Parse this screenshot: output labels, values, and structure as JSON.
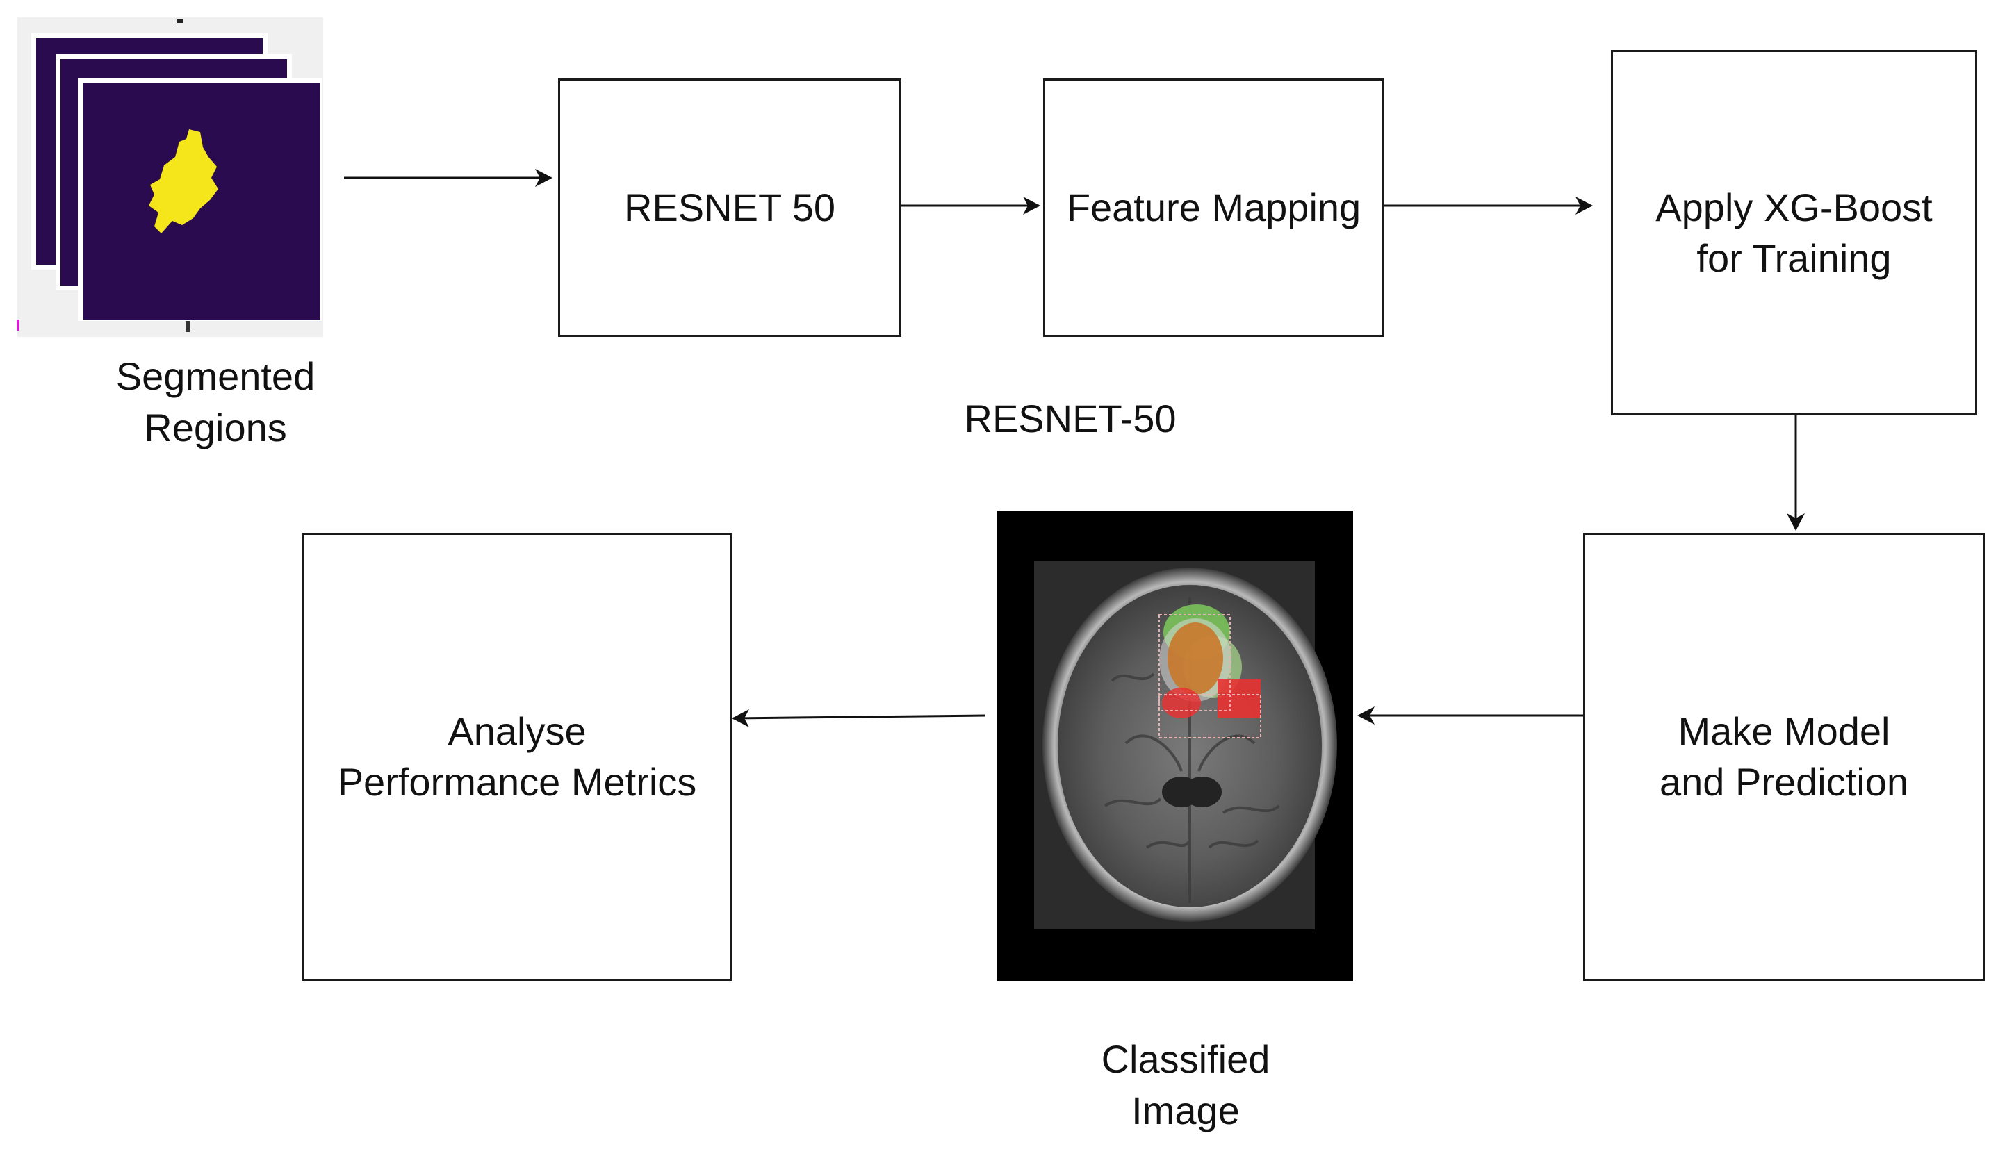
{
  "nodes": {
    "segmented_regions": {
      "label": "Segmented\nRegions"
    },
    "resnet50_box": {
      "label": "RESNET 50"
    },
    "feature_mapping": {
      "label": "Feature Mapping"
    },
    "xgboost": {
      "label": "Apply XG-Boost\nfor Training"
    },
    "make_model": {
      "label": "Make Model\nand Prediction"
    },
    "classified_image": {
      "label": "Classified\nImage"
    },
    "analyse_metrics": {
      "label": "Analyse\nPerformance Metrics"
    }
  },
  "group_label": "RESNET-50",
  "colors": {
    "mask_background": "#2b0b4f",
    "mask_blob": "#f5e51b",
    "scan_frame": "#000000",
    "tumor_green": "#7cc95a",
    "tumor_orange": "#c9782a",
    "tumor_red": "#e83232"
  }
}
